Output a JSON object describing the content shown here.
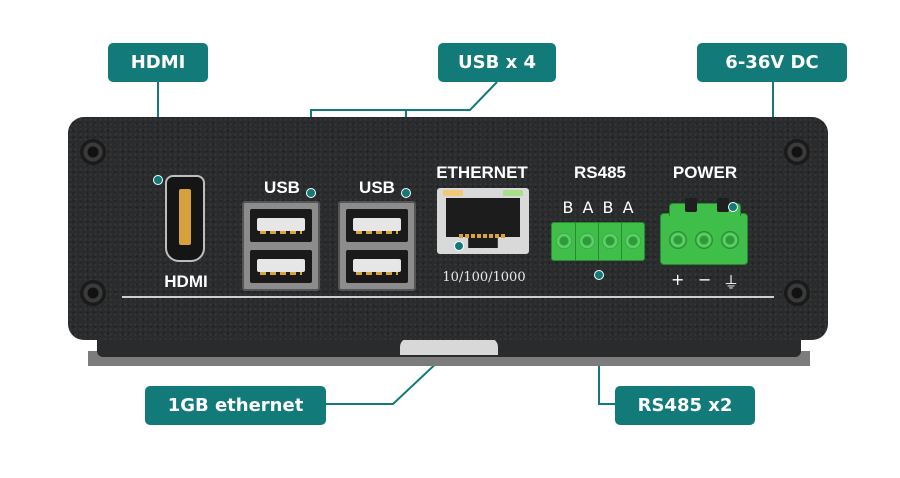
{
  "callouts": {
    "hdmi": "HDMI",
    "usb": "USB x 4",
    "power": "6-36V DC",
    "ethernet": "1GB ethernet",
    "rs485": "RS485 x2"
  },
  "panel_labels": {
    "hdmi": "HDMI",
    "usb_left": "USB",
    "usb_right": "USB",
    "ethernet": "ETHERNET",
    "ethernet_speed": "10/100/1000",
    "rs485": "RS485",
    "rs485_pins": "B A B A",
    "power": "POWER",
    "power_plus": "+",
    "power_minus": "−",
    "power_ground": "⏚"
  },
  "colors": {
    "callout": "#137a7a",
    "panel": "#2a2b2c",
    "terminal": "#3fbf4a"
  }
}
